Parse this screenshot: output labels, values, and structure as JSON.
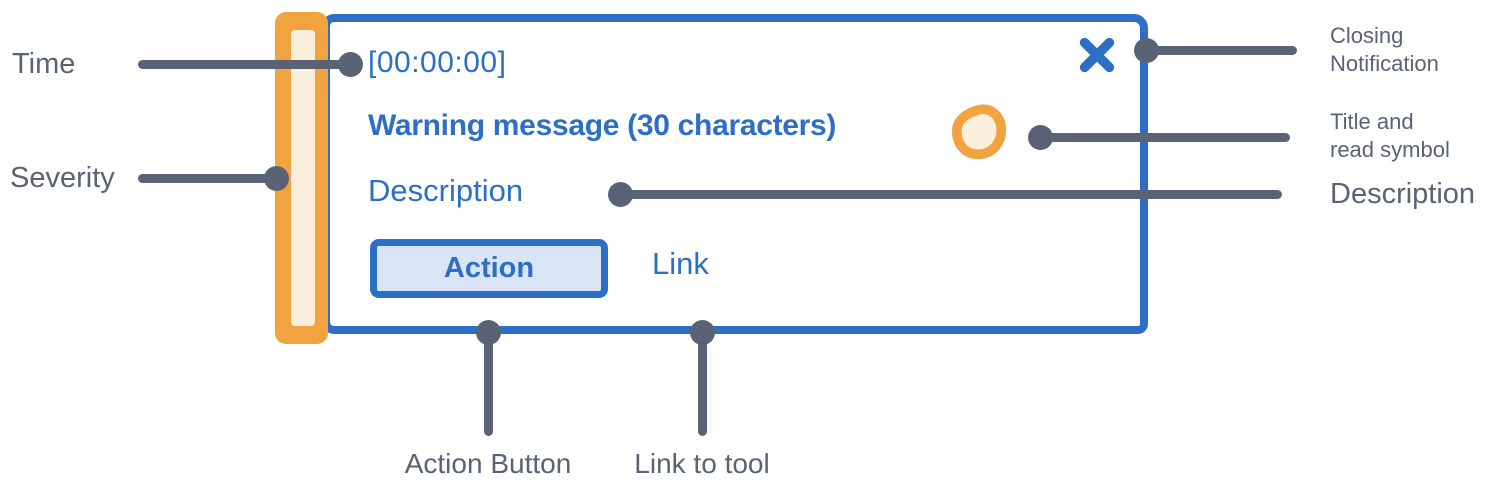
{
  "colors": {
    "blue": "#2D6FC4",
    "button_fill": "#D9E5F7",
    "orange": "#F1A340",
    "cream": "#FAEFDC",
    "annotation_gray": "#5A6375",
    "background": "#FFFFFF"
  },
  "notification": {
    "timestamp": "[00:00:00]",
    "title": "Warning message (30 characters)",
    "description": "Description",
    "action_label": "Action",
    "link_label": "Link"
  },
  "icons": {
    "close": "close-x-icon",
    "read": "read-status-circle-icon"
  },
  "annotations": {
    "time": {
      "label": "Time"
    },
    "severity": {
      "label": "Severity"
    },
    "closing": {
      "line1": "Closing",
      "line2": "Notification"
    },
    "title_read": {
      "line1": "Title and",
      "line2": "read symbol"
    },
    "description": {
      "label": "Description"
    },
    "action_button": {
      "label": "Action Button"
    },
    "link_to_tool": {
      "label": "Link to tool"
    }
  }
}
